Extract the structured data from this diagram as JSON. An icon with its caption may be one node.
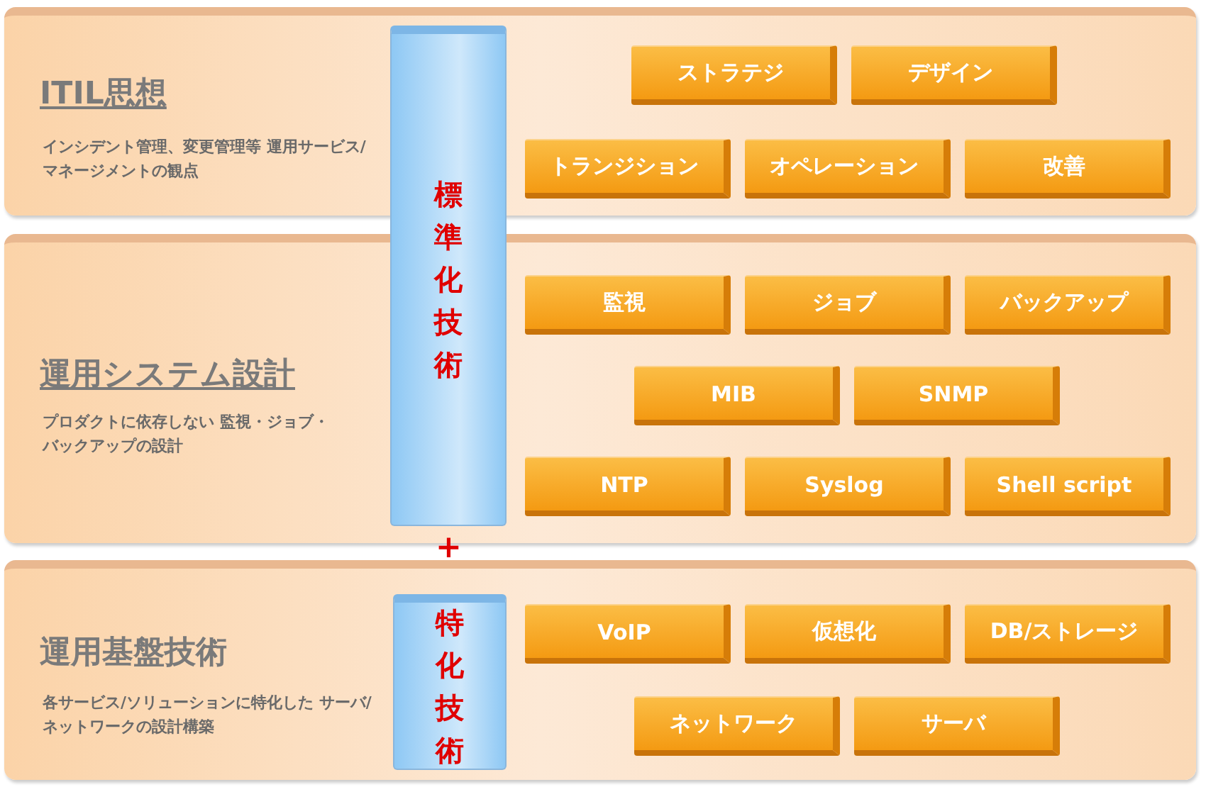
{
  "diagram": {
    "nodes": [
      {
        "text": [
          "ITIL思想",
          "インシデント管理、変更管理等 運用サービス/マネージメントの観点"
        ]
      },
      {
        "text": [
          "標準化技術"
        ]
      },
      {
        "text": [
          "ストラテジ"
        ],
        "in": 0
      },
      {
        "text": [
          "デザイン"
        ],
        "in": 0
      },
      {
        "text": [
          "トランジション"
        ],
        "in": 0
      },
      {
        "text": [
          "オペレーション"
        ],
        "in": 0
      },
      {
        "text": [
          "改善"
        ],
        "in": 0
      },
      {
        "text": [
          "運用システム設計",
          "プロダクトに依存しない 監視・ジョブ・バックアップの設計"
        ]
      },
      {
        "text": [
          "監視"
        ],
        "in": 7
      },
      {
        "text": [
          "ジョブ"
        ],
        "in": 7
      },
      {
        "text": [
          "バックアップ"
        ],
        "in": 7
      },
      {
        "text": [
          "MIB"
        ],
        "in": 7
      },
      {
        "text": [
          "SNMP"
        ],
        "in": 7
      },
      {
        "text": [
          "NTP"
        ],
        "in": 7
      },
      {
        "text": [
          "Syslog"
        ],
        "in": 7
      },
      {
        "text": [
          "Shell script"
        ],
        "in": 7
      },
      {
        "text": [
          "運用基盤技術",
          "各サービス/ソリューションに特化した サーバ/ネットワークの設計構築"
        ]
      },
      {
        "text": [
          "特化技術"
        ],
        "in": 16
      },
      {
        "text": [
          "VoIP"
        ],
        "in": 16
      },
      {
        "text": [
          "仮想化"
        ],
        "in": 16
      },
      {
        "text": [
          "DB/ストレージ"
        ],
        "in": 16
      },
      {
        "text": [
          "ネットワーク"
        ],
        "in": 16
      },
      {
        "text": [
          "サーバ"
        ],
        "in": 16
      }
    ],
    "labels": [
      "+"
    ]
  }
}
